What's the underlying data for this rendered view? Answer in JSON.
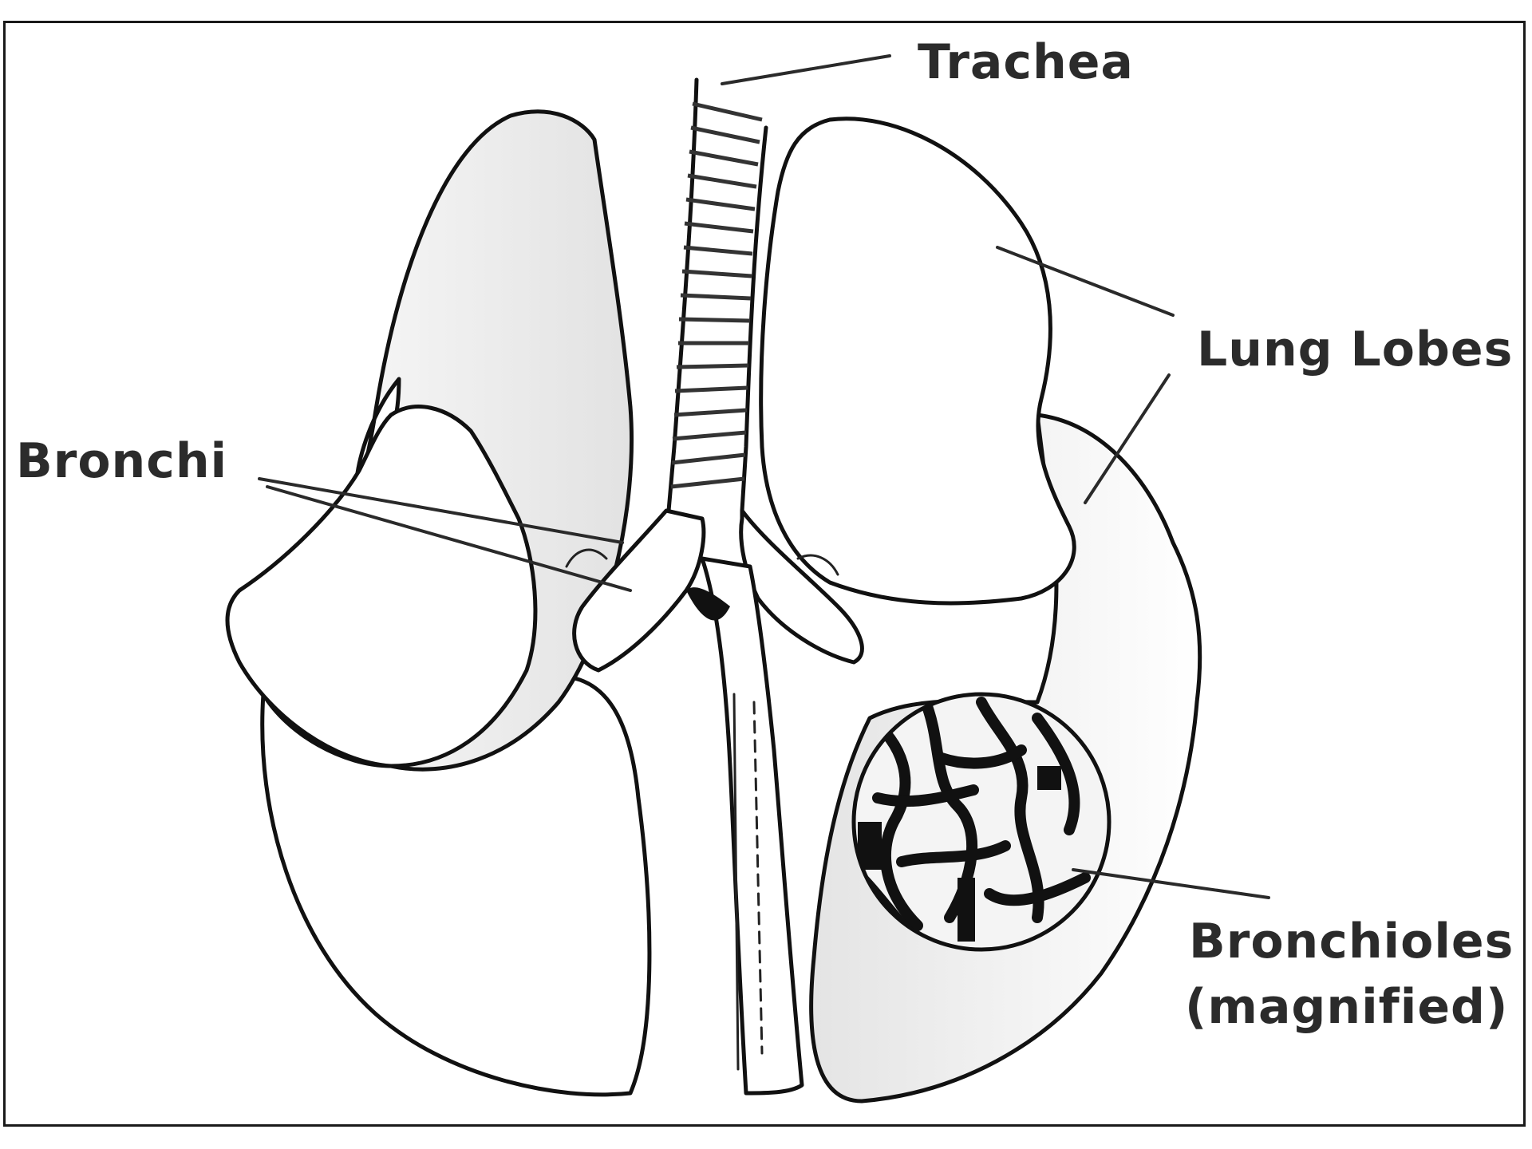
{
  "labels": {
    "trachea": "Trachea",
    "lung_lobes": "Lung Lobes",
    "bronchi": "Bronchi",
    "bronchioles_line1": "Bronchioles",
    "bronchioles_line2": "(magnified)"
  },
  "colors": {
    "outline": "#111111",
    "label": "#2b2b2b",
    "background": "#ffffff",
    "shade": "#ececec"
  }
}
